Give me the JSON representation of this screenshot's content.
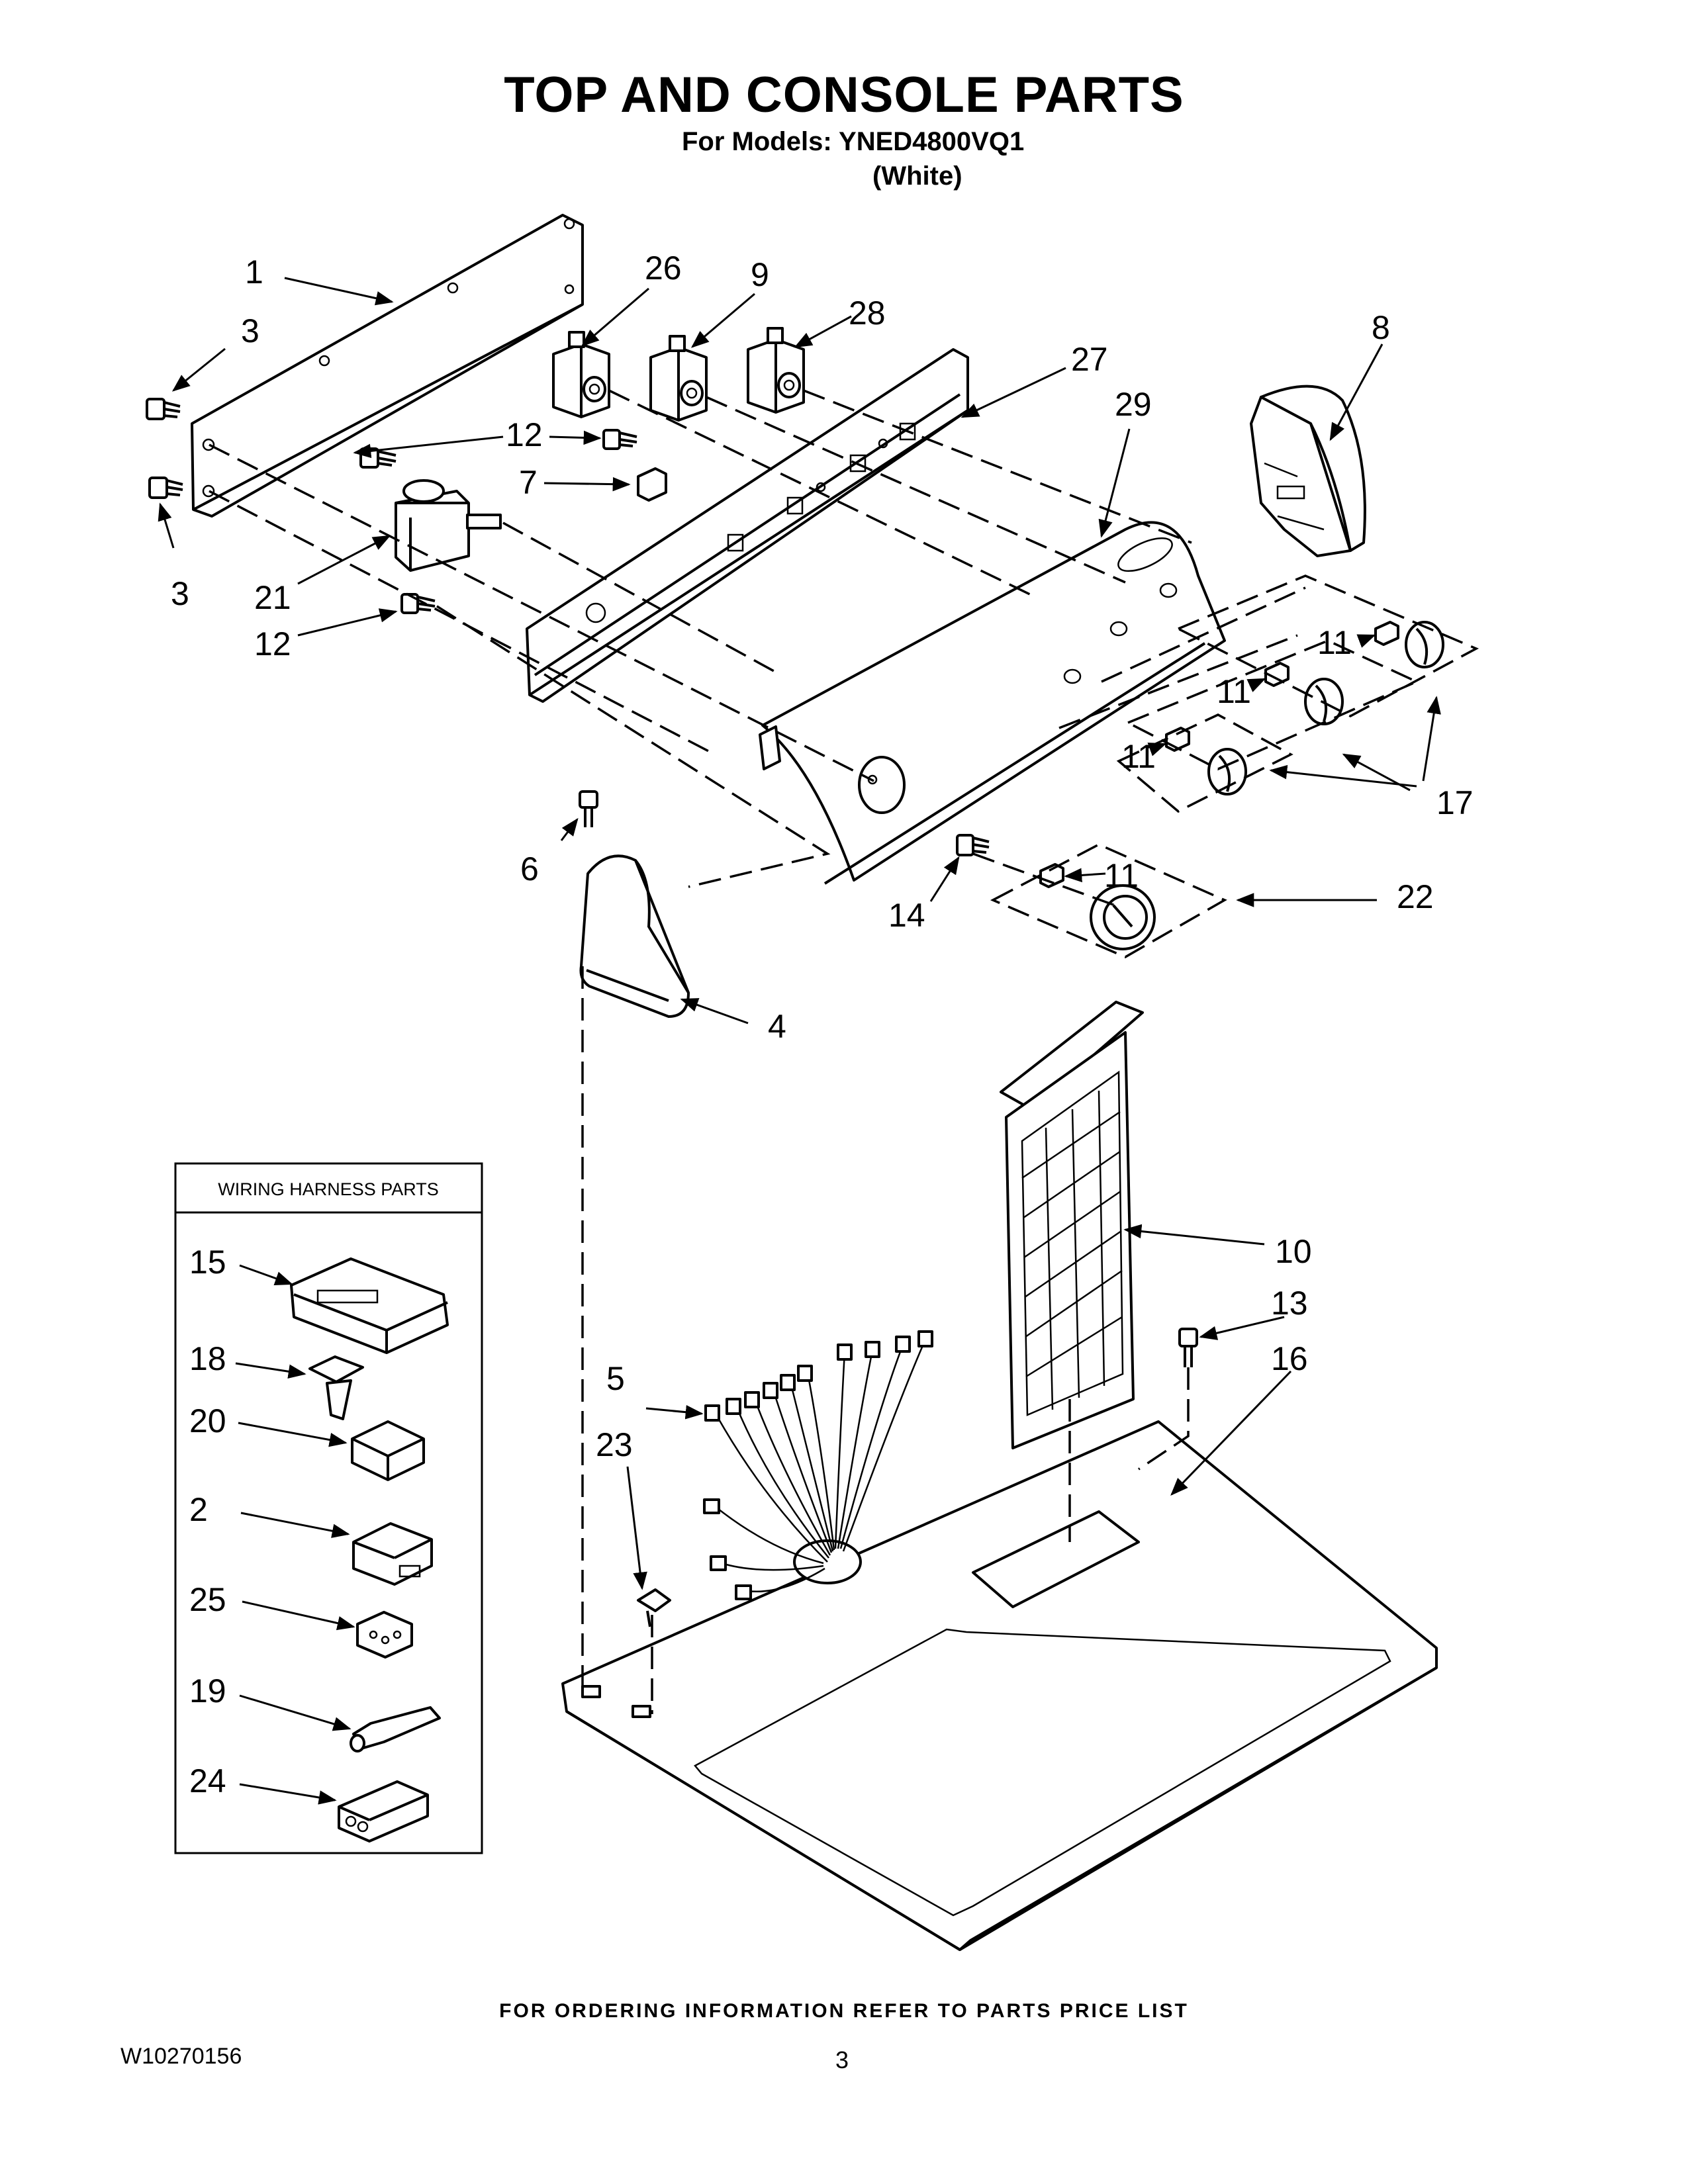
{
  "page": {
    "title": "TOP AND CONSOLE PARTS",
    "models_line": "For Models: YNED4800VQ1",
    "color_line": "(White)",
    "footer": "FOR ORDERING INFORMATION REFER TO PARTS PRICE LIST",
    "doc_number": "W10270156",
    "page_number": "3"
  },
  "harness_box": {
    "title": "WIRING HARNESS PARTS"
  },
  "callouts": {
    "n1": "1",
    "n2": "2",
    "n3a": "3",
    "n3b": "3",
    "n4": "4",
    "n5": "5",
    "n6": "6",
    "n7": "7",
    "n8": "8",
    "n9": "9",
    "n10": "10",
    "n11a": "11",
    "n11b": "11",
    "n11c": "11",
    "n11d": "11",
    "n12a": "12",
    "n12b": "12",
    "n13": "13",
    "n14": "14",
    "n15": "15",
    "n16": "16",
    "n17": "17",
    "n18": "18",
    "n19": "19",
    "n20": "20",
    "n21": "21",
    "n22": "22",
    "n23": "23",
    "n24": "24",
    "n25": "25",
    "n26": "26",
    "n27": "27",
    "n28": "28",
    "n29": "29"
  }
}
